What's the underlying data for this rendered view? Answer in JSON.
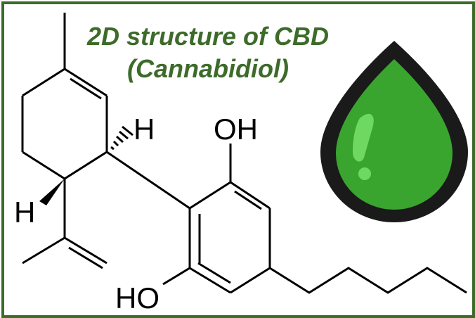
{
  "title": {
    "line1": "2D structure of CBD",
    "line2": "(Cannabidiol)"
  },
  "atom_labels": {
    "h_top": "H",
    "h_left": "H",
    "oh_top": "OH",
    "ho_bottom": "HO"
  },
  "colors": {
    "title": "#3d6b2a",
    "border": "#3d6b2a",
    "drop_outline": "#1a1a1a",
    "drop_fill": "#3aa52e",
    "drop_highlight": "#6fd860",
    "bonds": "#000000"
  },
  "icons": {
    "drop": "oil-drop-icon"
  }
}
